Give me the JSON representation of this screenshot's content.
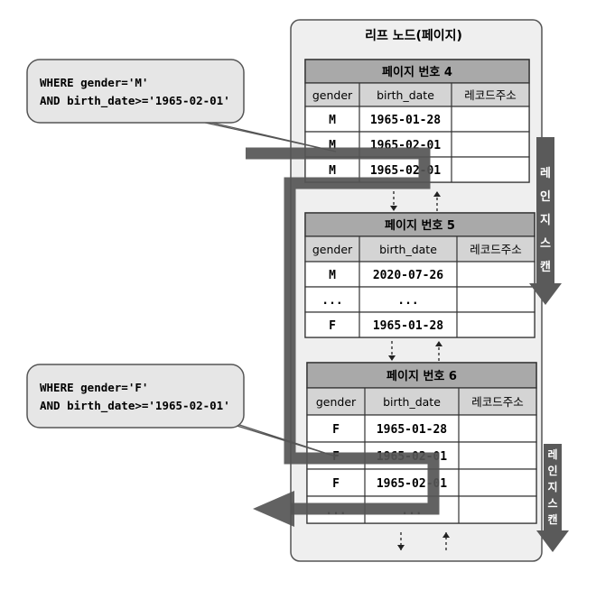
{
  "leaf_title": "리프 노드(페이지)",
  "columns": [
    "gender",
    "birth_date",
    "레코드주소"
  ],
  "pages": [
    {
      "title": "페이지 번호 4",
      "rows": [
        [
          "M",
          "1965-01-28",
          ""
        ],
        [
          "M",
          "1965-02-01",
          ""
        ],
        [
          "M",
          "1965-02-01",
          ""
        ]
      ]
    },
    {
      "title": "페이지 번호 5",
      "rows": [
        [
          "M",
          "2020-07-26",
          ""
        ],
        [
          "...",
          "...",
          ""
        ],
        [
          "F",
          "1965-01-28",
          ""
        ]
      ]
    },
    {
      "title": "페이지 번호 6",
      "rows": [
        [
          "F",
          "1965-01-28",
          ""
        ],
        [
          "F",
          "1965-02-01",
          ""
        ],
        [
          "F",
          "1965-02-01",
          ""
        ],
        [
          "...",
          "...",
          ""
        ]
      ]
    }
  ],
  "queries": [
    {
      "line1": "WHERE gender='M'",
      "line2": "AND birth_date>='1965-02-01'"
    },
    {
      "line1": "WHERE gender='F'",
      "line2": "AND birth_date>='1965-02-01'"
    }
  ],
  "scan_labels": [
    [
      "레",
      "인",
      "지",
      "스",
      "캔"
    ],
    [
      "레",
      "인",
      "지",
      "스",
      "캔"
    ]
  ],
  "colors": {
    "page_header": "#a9a9a9",
    "column_header": "#d4d4d4",
    "panel": "#efefef",
    "bubble": "#e6e6e6",
    "path": "#555555",
    "scan_arrow": "#5a5a5a"
  }
}
